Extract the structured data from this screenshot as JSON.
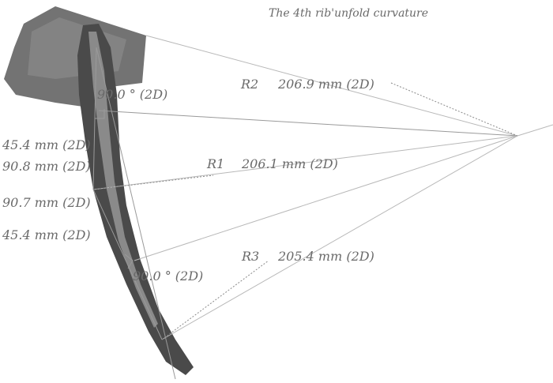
{
  "title": "The 4th rib'unfold curvature",
  "radii": {
    "r1": {
      "label": "R1",
      "value": "206.1 mm (2D)"
    },
    "r2": {
      "label": "R2",
      "value": "206.9 mm (2D)"
    },
    "r3": {
      "label": "R3",
      "value": "205.4 mm (2D)"
    }
  },
  "angles": {
    "top": "90.0 ° (2D)",
    "bottom": "90.0 ° (2D)"
  },
  "lengths": {
    "upper_half": "45.4 mm (2D)",
    "upper_chord": "90.8 mm (2D)",
    "lower_chord": "90.7 mm (2D)",
    "lower_half": "45.4 mm (2D)"
  },
  "colors": {
    "label": "#6a6a6a",
    "ray": "#b8b8b8",
    "rib": "#4a4a4a"
  }
}
